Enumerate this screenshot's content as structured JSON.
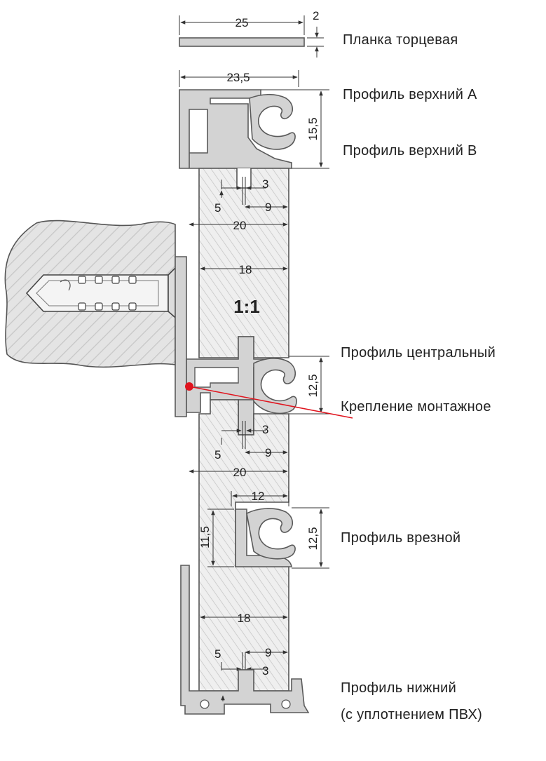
{
  "labels": {
    "end_strip": "Планка торцевая",
    "top_profile_a": "Профиль верхний А",
    "top_profile_b": "Профиль верхний В",
    "central_profile": "Профиль центральный",
    "mounting_fastener": "Крепление монтажное",
    "insert_profile": "Профиль врезной",
    "bottom_profile_line1": "Профиль нижний",
    "bottom_profile_line2": "(с уплотнением ПВХ)"
  },
  "scale": "1:1",
  "dimensions": {
    "strip_width": "25",
    "strip_thickness": "2",
    "top_profile_width": "23,5",
    "top_profile_height": "15,5",
    "slot_width_top": "3",
    "slot_depth_top": "5",
    "slot_offset_top": "9",
    "board_width_top": "20",
    "board_width_mid": "18",
    "central_profile_height": "12,5",
    "slot_width_mid": "3",
    "slot_depth_mid": "5",
    "slot_offset_mid": "9",
    "board_width_lower": "20",
    "insert_width": "12",
    "insert_depth": "11,5",
    "insert_height": "12,5",
    "board_width_bottom": "18",
    "slot_depth_bottom": "5",
    "slot_offset_bottom": "9",
    "slot_width_bottom": "3"
  },
  "colors": {
    "pointer": "#e0141e",
    "profile_fill": "#d3d3d3",
    "wall_fill": "#e4e4e4"
  }
}
